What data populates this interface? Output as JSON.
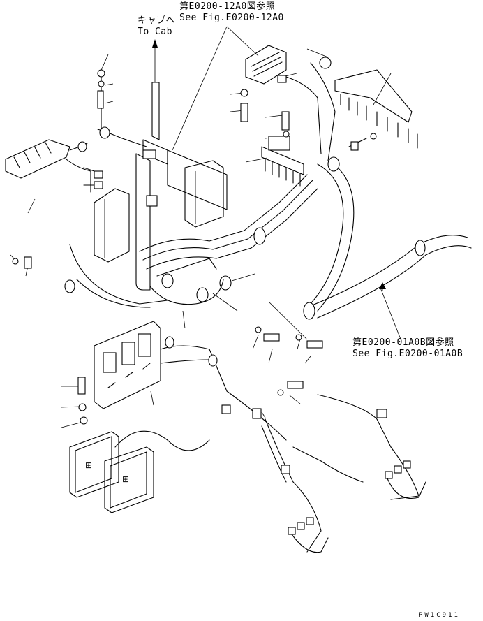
{
  "callouts": {
    "top_ref_ja": "第E0200-12A0図参照",
    "top_ref_en": "See Fig.E0200-12A0",
    "cab_ja": "キャブへ",
    "cab_en": "To Cab",
    "right_ref_ja": "第E0200-01A0B図参照",
    "right_ref_en": "See Fig.E0200-01A0B"
  },
  "drawing_code": "PW1C911",
  "icons": [
    "hose-clamp-icon",
    "bolt-icon",
    "washer-icon",
    "connector-icon",
    "work-lamp-icon",
    "relay-box-icon",
    "fuse-box-icon",
    "controller-icon"
  ]
}
